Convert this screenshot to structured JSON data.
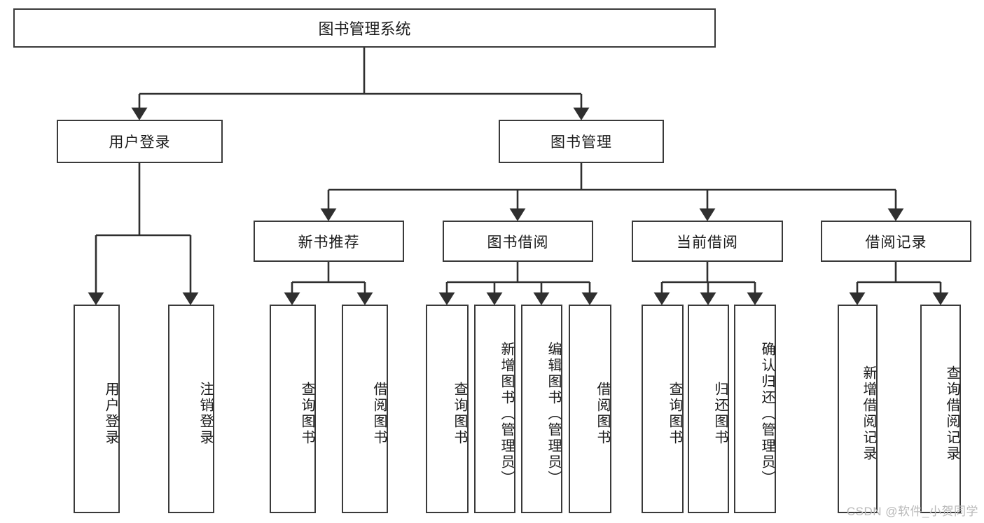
{
  "diagram": {
    "type": "tree-hierarchy",
    "title": "图书管理系统",
    "watermark": "CSDN @软件_小贺同学",
    "colors": {
      "border": "#3a3a3a",
      "text": "#1b1b1b",
      "background": "#ffffff",
      "watermark": "#b9b9b9"
    },
    "root": {
      "label": "图书管理系统"
    },
    "level2": [
      {
        "label": "用户登录"
      },
      {
        "label": "图书管理"
      }
    ],
    "level3": [
      {
        "label": "新书推荐"
      },
      {
        "label": "图书借阅"
      },
      {
        "label": "当前借阅"
      },
      {
        "label": "借阅记录"
      }
    ],
    "leaves": {
      "user_login": [
        {
          "label": "用户登录"
        },
        {
          "label": "注销登录"
        }
      ],
      "new_book": [
        {
          "label": "查询图书"
        },
        {
          "label": "借阅图书"
        }
      ],
      "borrow_book": [
        {
          "label": "查询图书"
        },
        {
          "label": "新增图书（管理员）"
        },
        {
          "label": "编辑图书（管理员）"
        },
        {
          "label": "借阅图书"
        }
      ],
      "current_borrow": [
        {
          "label": "查询图书"
        },
        {
          "label": "归还图书"
        },
        {
          "label": "确认归还（管理员）"
        }
      ],
      "borrow_record": [
        {
          "label": "新增借阅记录"
        },
        {
          "label": "查询借阅记录"
        }
      ]
    }
  }
}
